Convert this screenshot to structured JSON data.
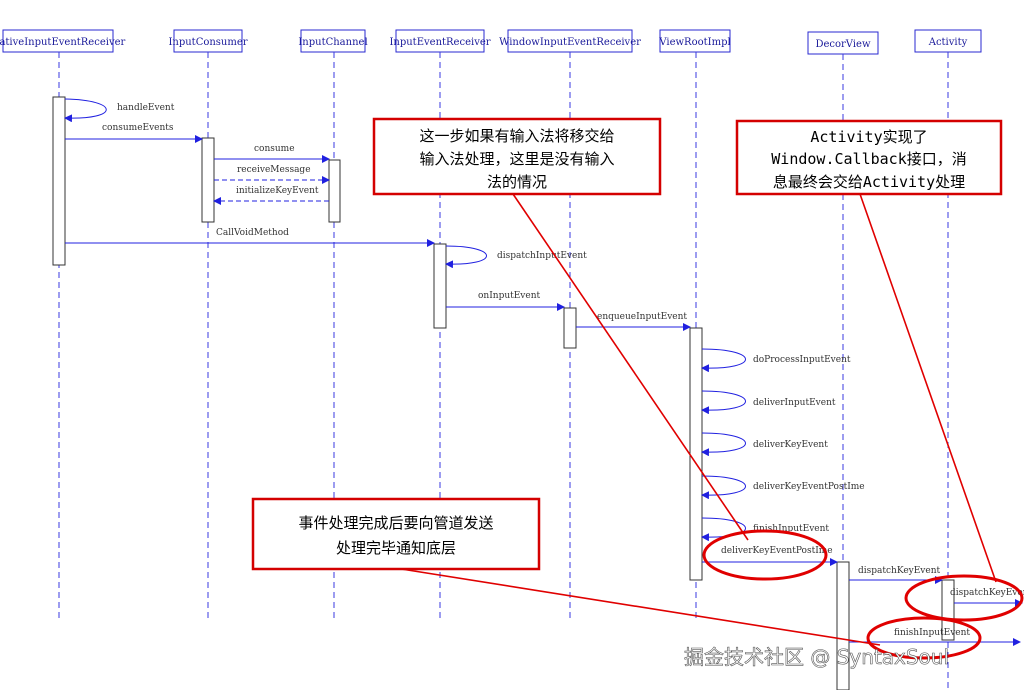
{
  "lifelines": [
    {
      "id": "native",
      "label": "NativeInputEventReceiver"
    },
    {
      "id": "consumer",
      "label": "InputConsumer"
    },
    {
      "id": "channel",
      "label": "InputChannel"
    },
    {
      "id": "receiver",
      "label": "InputEventReceiver"
    },
    {
      "id": "winreceiver",
      "label": "WindowInputEventReceiver"
    },
    {
      "id": "viewroot",
      "label": "ViewRootImpl"
    },
    {
      "id": "decor",
      "label": "DecorView"
    },
    {
      "id": "activity",
      "label": "Activity"
    }
  ],
  "messages": {
    "handleEvent": "handleEvent",
    "consumeEvents": "consumeEvents",
    "consume": "consume",
    "receiveMessage": "receiveMessage",
    "initializeKeyEvent": "initializeKeyEvent",
    "callVoidMethod": "CallVoidMethod",
    "dispatchInputEvent": "dispatchInputEvent",
    "onInputEvent": "onInputEvent",
    "enqueueInputEvent": "enqueueInputEvent",
    "doProcessInputEvent": "doProcessInputEvent",
    "deliverInputEvent": "deliverInputEvent",
    "deliverKeyEvent": "deliverKeyEvent",
    "deliverKeyEventPostIme": "deliverKeyEventPostIme",
    "finishInputEvent_vr": "finishInputEvent",
    "deliverKeyEventPostIme2": "deliverKeyEventPostIme",
    "dispatchKeyEvent_decor": "dispatchKeyEvent",
    "dispatchKeyEvent_act": "dispatchKeyEvent",
    "finishInputEvent_final": "finishInputEvent"
  },
  "callouts": {
    "ime": [
      "这一步如果有输入法将移交给",
      "输入法处理，这里是没有输入",
      "法的情况"
    ],
    "activity": [
      "Activity实现了",
      "Window.Callback接口，消",
      "息最终会交给Activity处理"
    ],
    "finish": [
      "事件处理完成后要向管道发送",
      "处理完毕通知底层"
    ]
  },
  "watermark": "掘金技术社区 @ SyntaxSoul",
  "colors": {
    "lifeline": "#3a3ae0",
    "message": "#2020e0",
    "callout": "#d40000"
  }
}
